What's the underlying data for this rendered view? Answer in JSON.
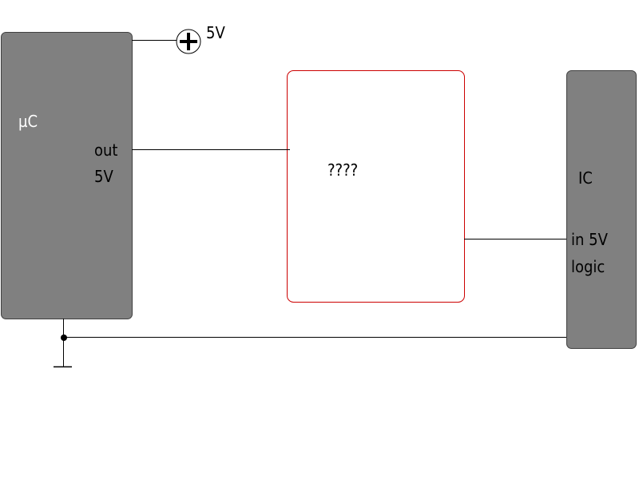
{
  "supply": {
    "label": "5V"
  },
  "microcontroller": {
    "name": "µC",
    "output_line1": "out",
    "output_line2": "5V"
  },
  "unknown_block": {
    "label": "????"
  },
  "ic": {
    "name": "IC",
    "input_line1": "in 5V",
    "input_line2": "logic"
  },
  "colors": {
    "block_fill": "#808080",
    "block_stroke": "#404040",
    "unknown_block_stroke": "#cc0000",
    "wire": "#000000",
    "background": "#ffffff"
  }
}
